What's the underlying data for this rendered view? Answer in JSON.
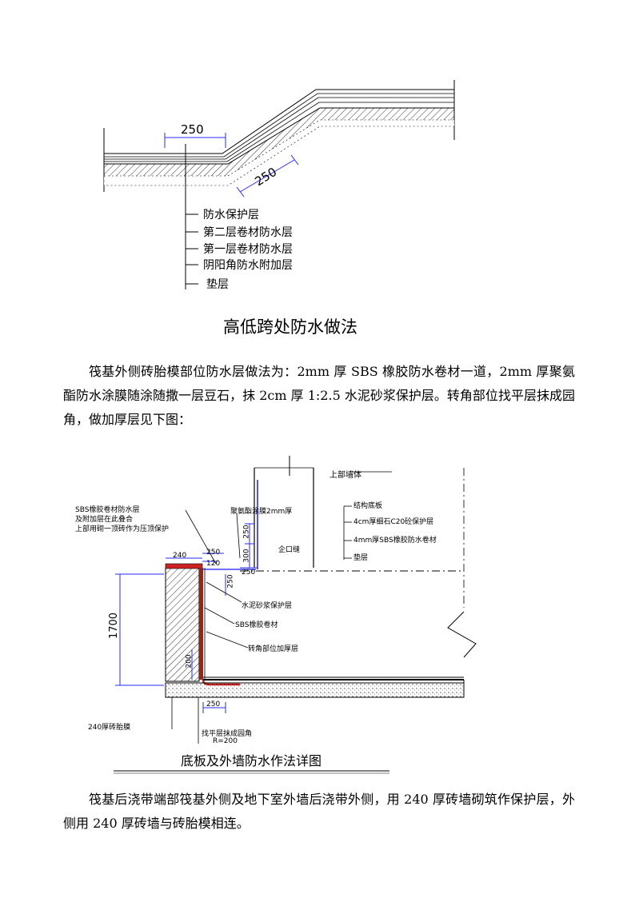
{
  "figure1": {
    "dim_horizontal": "250",
    "dim_slope": "250",
    "legend": [
      "防水保护层",
      "第二层卷材防水层",
      "第一层卷材防水层",
      "阴阳角防水附加层",
      "垫层"
    ],
    "caption": "高低跨处防水做法"
  },
  "paragraph1": "筏基外侧砖胎模部位防水层做法为：2mm 厚 SBS 橡胶防水卷材一道，2mm 厚聚氨酯防水涂膜随涂随撒一层豆石，抹 2cm 厚 1:2.5 水泥砂浆保护层。转角部位找平层抹成园角，做加厚层见下图：",
  "figure2": {
    "top_right_label": "上部墙体",
    "right_labels": [
      "结构底板",
      "4cm厚细石C20砼保护层",
      "4mm厚SBS橡胶防水卷材",
      "垫层"
    ],
    "left_note": [
      "SBS橡胶卷材防水层",
      "及附加层在此叠合",
      "上部用砌一顶砖作为压顶保护"
    ],
    "coating_label": "聚氨酯涂膜2mm厚",
    "wall_label": "企口缝",
    "mortar_label": "水泥砂浆保护层",
    "sbs_label": "SBS橡胶卷材",
    "corner_label": "转角部位加厚层",
    "brick_label": "240厚砖胎膜",
    "bottom_note": [
      "找平层抹成园角",
      "R=200"
    ],
    "dims": {
      "d240": "240",
      "d250a": "250",
      "d120": "120",
      "d250b": "250",
      "d300": "300",
      "d250c": "250",
      "d250d": "250",
      "d200": "200",
      "d1700": "1700",
      "d250e": "250"
    },
    "caption": "底板及外墙防水作法详图"
  },
  "paragraph2": "筏基后浇带端部筏基外侧及地下室外墙后浇带外侧，用 240 厚砖墙砌筑作保护层，外侧用 240 厚砖墙与砖胎模相连。"
}
